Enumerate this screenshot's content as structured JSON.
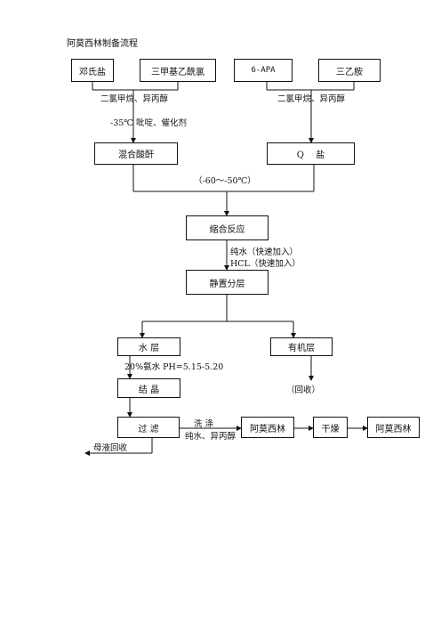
{
  "title": "阿莫西林制备流程",
  "boxes": {
    "denshi_salt": "邓氏盐",
    "trimethyl_acetyl_chloride": "三甲基乙酰氯",
    "apa": "6-APA",
    "triethylamine": "三乙胺",
    "mixed_anhydride": "混合酸酐",
    "q_salt": "Q　 盐",
    "condensation": "缩合反应",
    "settle_layer": "静置分层",
    "water_layer": "水 层",
    "organic_layer": "有机层",
    "crystallize": "结 晶",
    "filter": "过 滤",
    "amoxicillin_1": "阿莫西林",
    "dry": "干燥",
    "amoxicillin_2": "阿莫西林"
  },
  "labels": {
    "solvent_left": "二氯甲烷、异丙醇",
    "solvent_right": "二氯甲烷、异丙醇",
    "conditions_left": "-35℃ 吡啶、催化剂",
    "temp_merge": "（-60～-50℃）",
    "pure_water_fast": "纯水（快速加入）",
    "hcl_fast": "HCL（快速加入）",
    "ammonia_ph": "20%氨水 PH=5.15-5.20",
    "recycle": "（回收）",
    "wash": "洗 涤",
    "wash_solvents": "纯水、异丙醇",
    "mother_liquor": "母液回收"
  }
}
